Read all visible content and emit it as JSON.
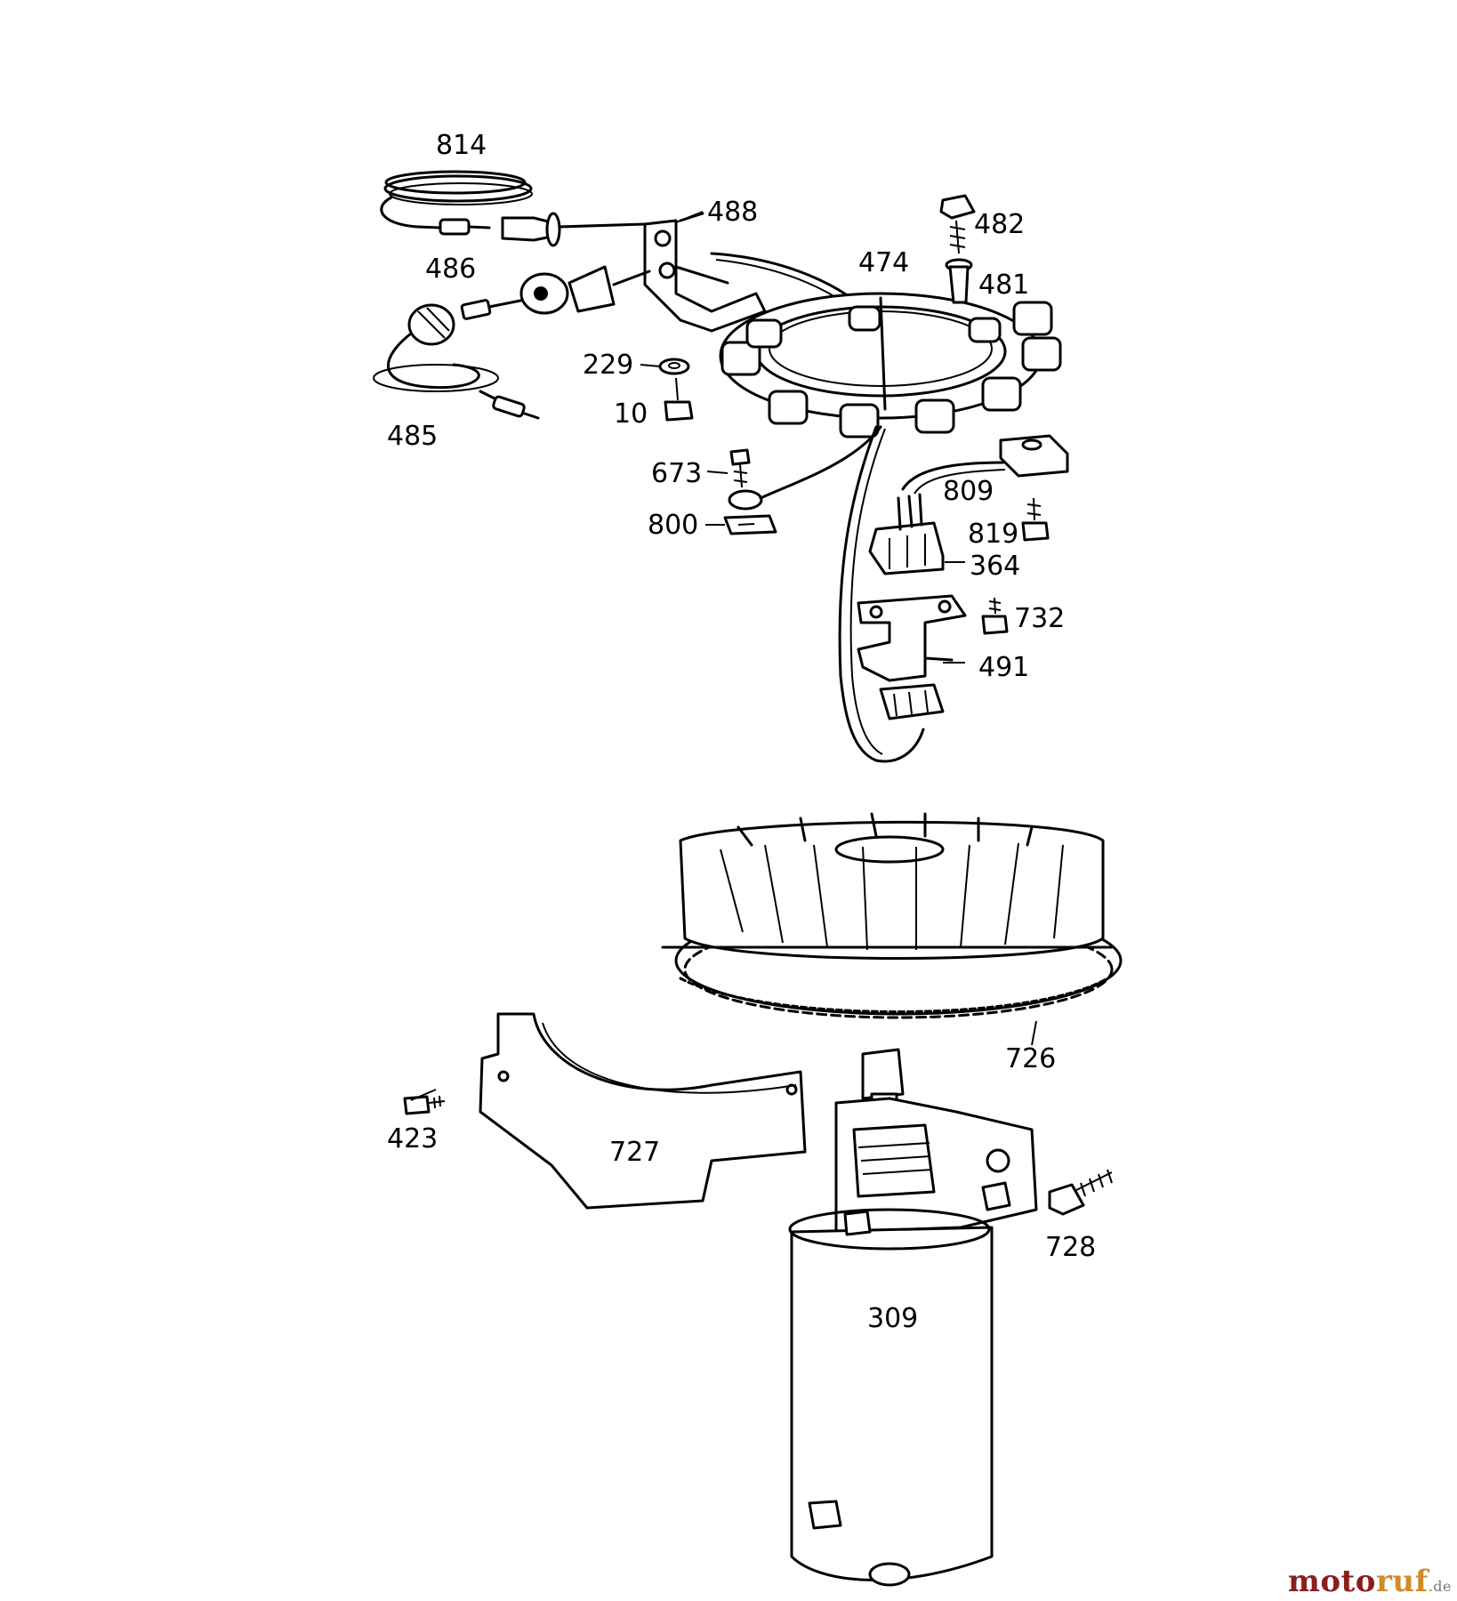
{
  "diagram": {
    "labels": {
      "p814": "814",
      "p488": "488",
      "p482": "482",
      "p474": "474",
      "p481": "481",
      "p486": "486",
      "p229": "229",
      "p10": "10",
      "p485": "485",
      "p673": "673",
      "p809": "809",
      "p800": "800",
      "p819": "819",
      "p364": "364",
      "p732": "732",
      "p491": "491",
      "p726": "726",
      "p423": "423",
      "p727": "727",
      "p728": "728",
      "p309": "309"
    }
  },
  "watermark": {
    "part1": "moto",
    "part2": "ruf",
    "part3": ".de"
  }
}
